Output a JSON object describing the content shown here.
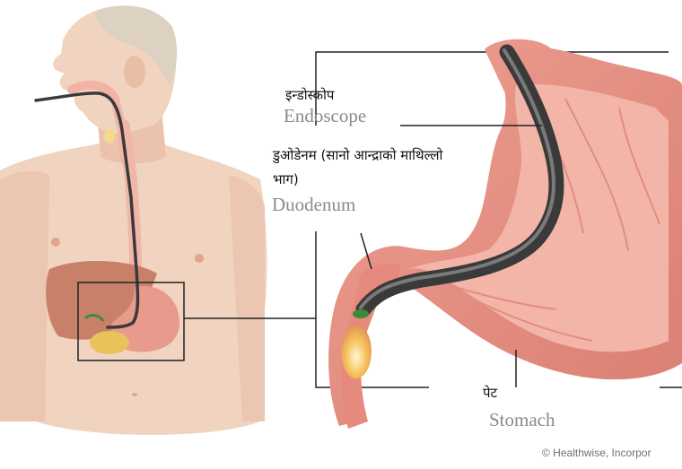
{
  "labels": {
    "endoscope": {
      "nepali": "इन्डोस्कोप",
      "english": "Endoscope"
    },
    "duodenum": {
      "nepali_line1": "डुओडेनम (सानो आन्द्राको माथिल्लो",
      "nepali_line2": "भाग)",
      "english": "Duodenum"
    },
    "stomach": {
      "nepali": "पेट",
      "english": "Stomach"
    }
  },
  "credit": "© Healthwise, Incorpor",
  "colors": {
    "skin": "#f1d4c0",
    "skin_shadow": "#e3b9a0",
    "hair": "#ddd1c2",
    "stomach_wall": "#e8968a",
    "stomach_inner": "#f2b4a8",
    "liver": "#c98068",
    "endoscope": "#3a3a3a",
    "scope_light": "#f6c25a",
    "label_english": "#8a8a8a",
    "leader_line": "#222222"
  }
}
